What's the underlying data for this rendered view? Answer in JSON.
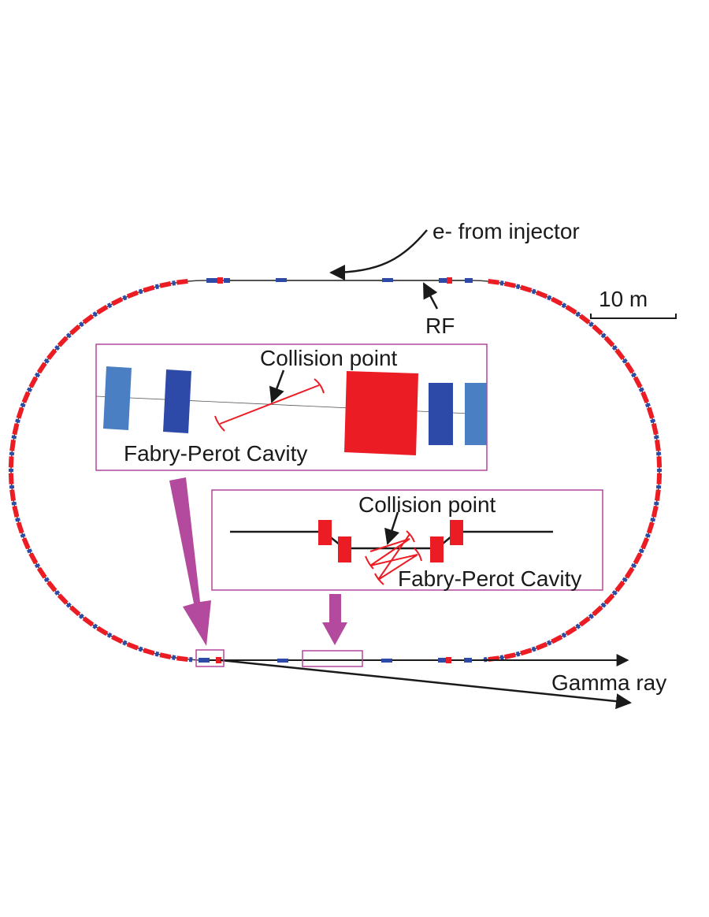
{
  "labels": {
    "injector": "e- from injector",
    "rf": "RF",
    "scale": "10 m",
    "gamma": "Gamma ray",
    "inset1_collision": "Collision point",
    "inset1_cavity": "Fabry-Perot Cavity",
    "inset2_collision": "Collision point",
    "inset2_cavity": "Fabry-Perot Cavity"
  },
  "colors": {
    "magnet_red": "#ec1c24",
    "quad_blue": "#2e4aa8",
    "quad_light_blue": "#4a7fc4",
    "inset_frame": "#b3479a",
    "zoom_arrow": "#b44a9e",
    "laser": "#ec1c24",
    "beamline": "#1a1a1a"
  }
}
